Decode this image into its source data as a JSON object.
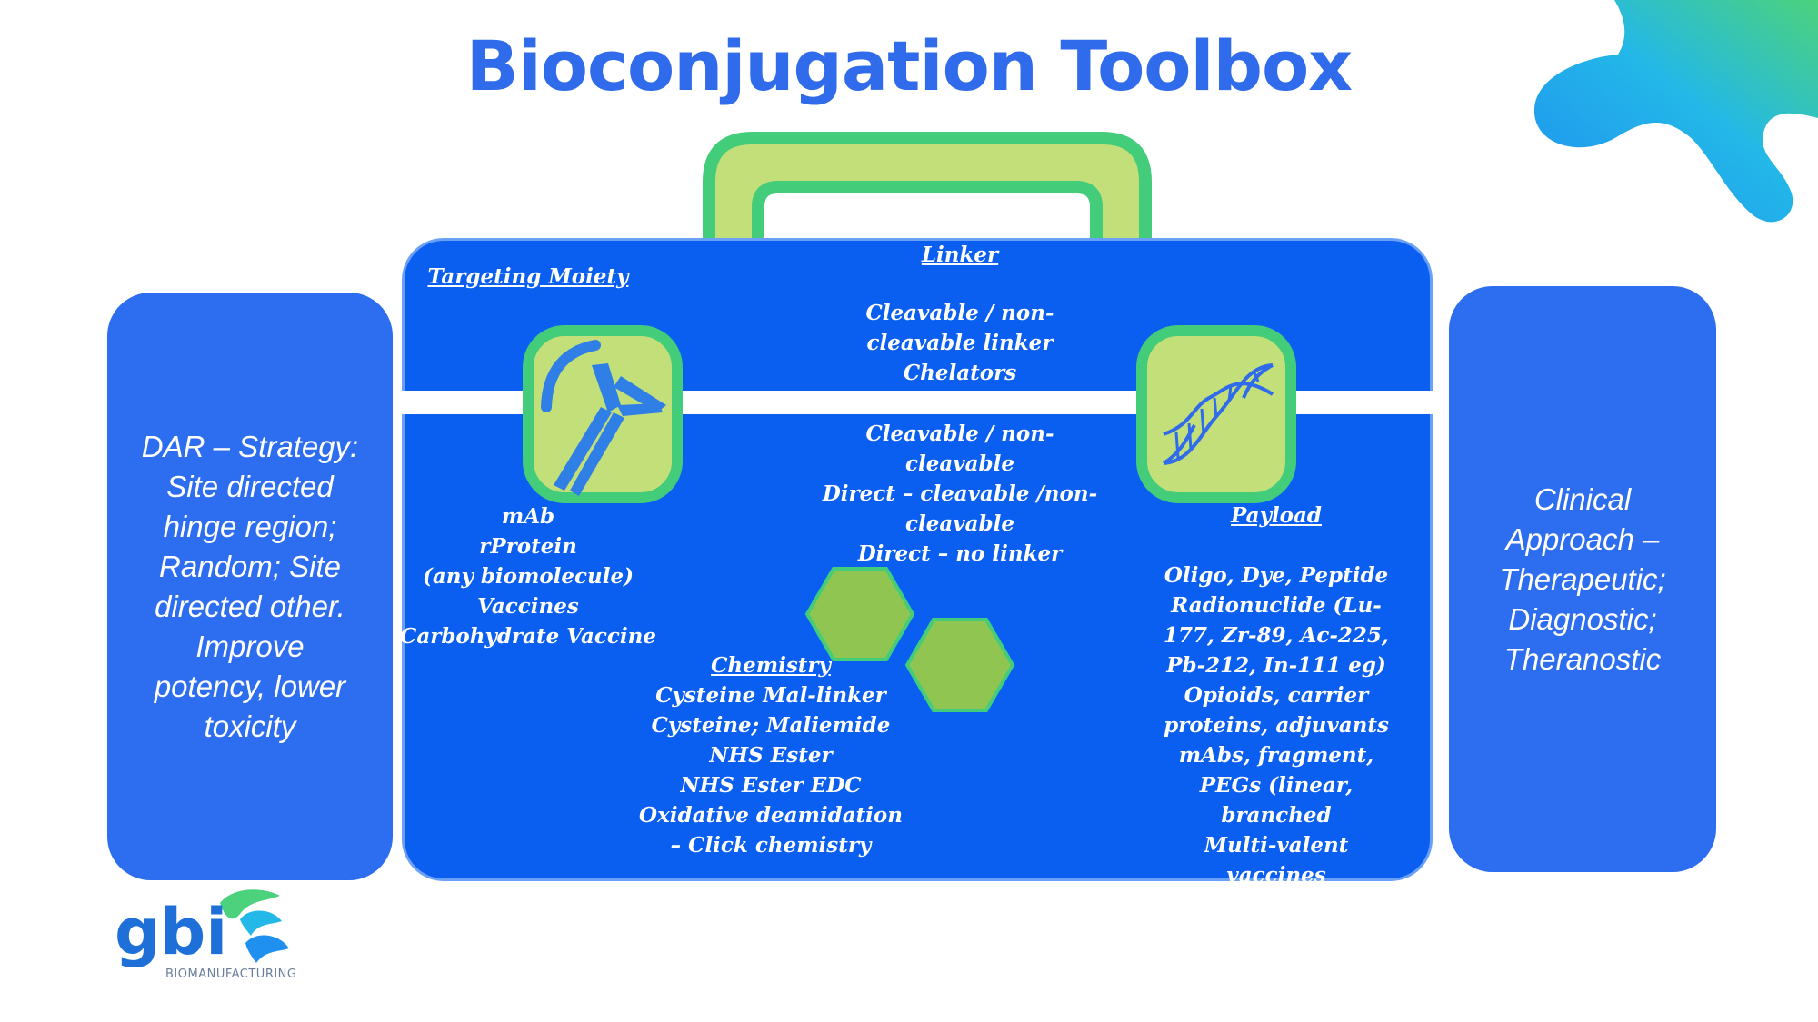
{
  "title": "Bioconjugation Toolbox",
  "colors": {
    "title": "#2f6bea",
    "case_blue": "#0b5ff0",
    "side_panel_blue": "#2d6df0",
    "tile_green_fill": "#c2df7a",
    "tile_green_border": "#43cc7a",
    "hex_green": "#8fc550",
    "icon_blue": "#2f7fe6"
  },
  "left_panel": {
    "lines": [
      "DAR – Strategy:",
      "Site directed",
      "hinge region;",
      "Random; Site",
      "directed other.",
      "Improve",
      "potency, lower",
      "toxicity"
    ]
  },
  "right_panel": {
    "lines": [
      "Clinical",
      "Approach –",
      "Therapeutic;",
      "Diagnostic;",
      "Theranostic"
    ]
  },
  "toolbox": {
    "targeting_moiety": {
      "heading": "Targeting Moiety",
      "items": [
        "mAb",
        "rProtein",
        "(any biomolecule)",
        "Vaccines",
        "Carbohydrate Vaccine"
      ]
    },
    "linker": {
      "heading": "Linker",
      "upper_lines": [
        "Cleavable / non-",
        "cleavable linker",
        "Chelators"
      ],
      "lower_lines": [
        "Cleavable / non-",
        "cleavable",
        "Direct – cleavable /non-",
        "cleavable",
        "Direct – no linker"
      ]
    },
    "payload": {
      "heading": "Payload",
      "lines": [
        "Oligo, Dye, Peptide",
        "Radionuclide (Lu-",
        "177, Zr-89, Ac-225,",
        "Pb-212, In-111 eg)",
        "Opioids, carrier",
        "proteins, adjuvants",
        "mAbs, fragment,",
        "PEGs (linear,",
        "branched",
        "Multi-valent vaccines"
      ]
    },
    "chemistry": {
      "heading": "Chemistry",
      "lines": [
        "Cysteine Mal-linker",
        "Cysteine;  Maliemide",
        "NHS Ester",
        "NHS Ester EDC",
        "Oxidative deamidation",
        "– Click chemistry"
      ]
    }
  },
  "icons": {
    "antibody": "antibody-icon",
    "dna": "dna-helix-icon",
    "chemistry": "hexagon-molecule-icon",
    "splash": "decorative-splash"
  },
  "logo": {
    "text": "gbi",
    "subtext": "BIOMANUFACTURING"
  }
}
